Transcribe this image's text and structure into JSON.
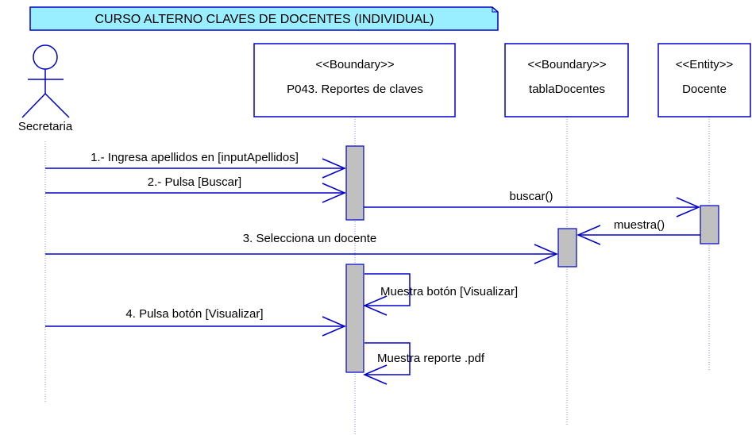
{
  "title": "CURSO ALTERNO CLAVES DE DOCENTES (INDIVIDUAL)",
  "colors": {
    "line": "#0000cc",
    "lifeline": "#8888cc",
    "title_fill": "#99eeff",
    "title_border": "#0000cc",
    "activation_fill": "#c0c0c0",
    "box_fill": "#ffffff",
    "text": "#000000"
  },
  "actor": {
    "name": "Secretaria"
  },
  "objects": [
    {
      "stereotype": "<<Boundary>>",
      "name": "P043. Reportes de claves"
    },
    {
      "stereotype": "<<Boundary>>",
      "name": "tablaDocentes"
    },
    {
      "stereotype": "<<Entity>>",
      "name": "Docente"
    }
  ],
  "messages": [
    {
      "label": "1.- Ingresa apellidos en [inputApellidos]"
    },
    {
      "label": "2.- Pulsa [Buscar]"
    },
    {
      "label": "buscar()"
    },
    {
      "label": "muestra()"
    },
    {
      "label": "3. Selecciona un docente"
    },
    {
      "label": "Muestra botón [Visualizar]"
    },
    {
      "label": "4. Pulsa botón [Visualizar]"
    },
    {
      "label": "Muestra reporte .pdf"
    }
  ]
}
